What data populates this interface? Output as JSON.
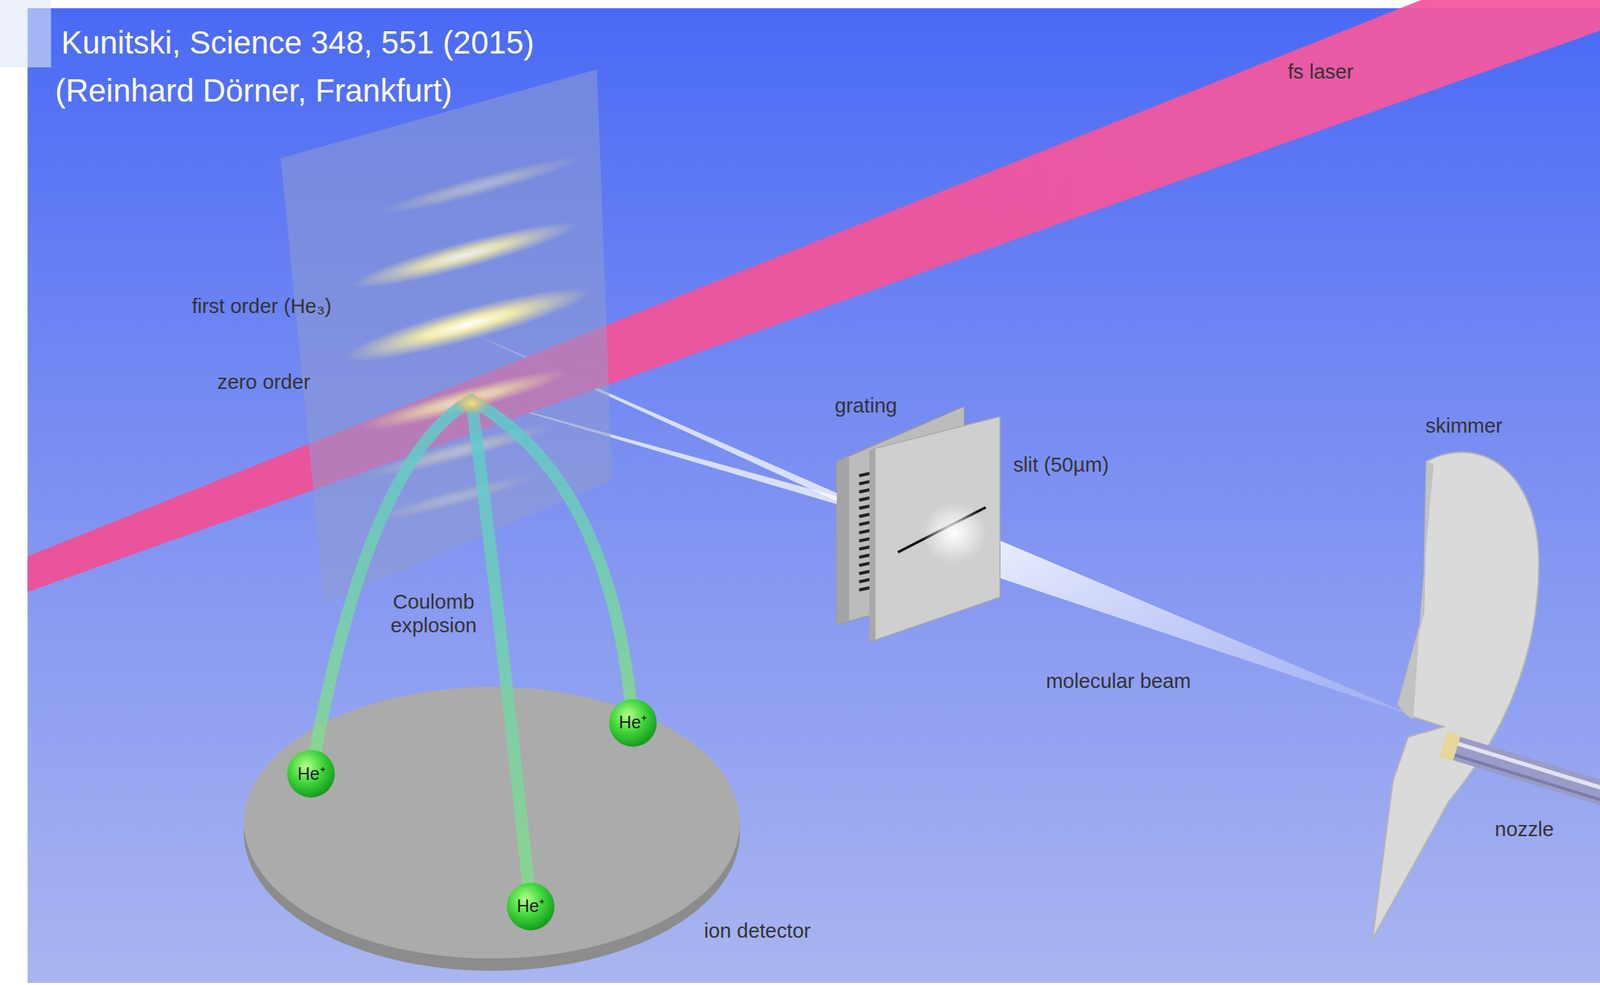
{
  "diagram": {
    "nodes": [
      {
        "text": [
          "He⁺"
        ]
      },
      {
        "text": [
          "He⁺"
        ]
      },
      {
        "text": [
          "He⁺"
        ]
      }
    ],
    "labels": [
      "Kunitski, Science 348, 551 (2015)",
      "(Reinhard Dörner, Frankfurt)",
      "fs laser",
      "first order (He₃)",
      "zero order",
      "grating",
      "slit (50µm)",
      "skimmer",
      "Coulomb explosion",
      "molecular beam",
      "ion detector",
      "nozzle"
    ]
  }
}
